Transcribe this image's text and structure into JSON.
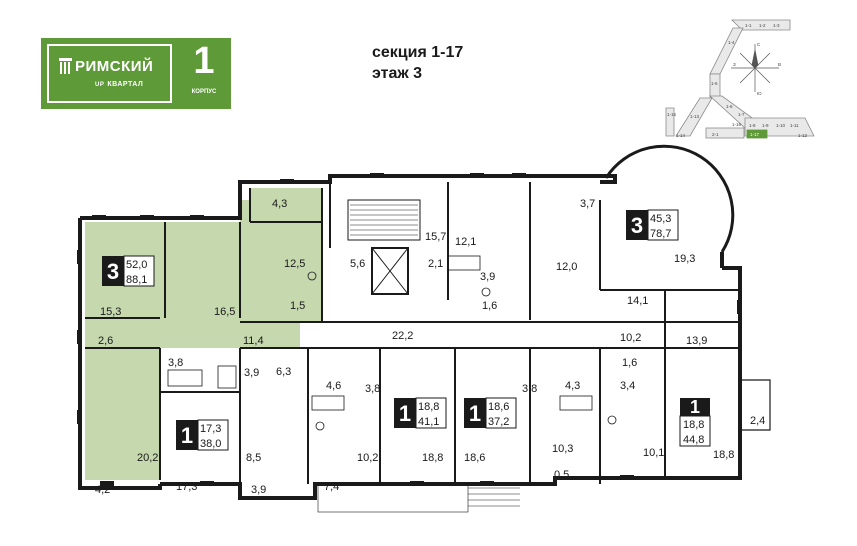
{
  "logo": {
    "name": "РИМСКИЙ",
    "sub_prefix": "UP",
    "sub": "КВАРТАЛ",
    "number": "1",
    "korpus": "КОРПУС"
  },
  "header": {
    "section": "секция 1-17",
    "floor": "этаж 3"
  },
  "colors": {
    "brand_green": "#5f9a39",
    "unit_fill": "#c5d8ae",
    "wall": "#1a1a1a"
  },
  "keyplan": {
    "sections": [
      "1-1",
      "1-2",
      "1-3",
      "1-4",
      "1-5",
      "1-6",
      "1-7",
      "1-8",
      "1-9",
      "1-10",
      "1-11",
      "1-12",
      "1-13",
      "1-14",
      "1-15",
      "1-16",
      "1-17",
      "2-1"
    ],
    "highlight": "1-17",
    "compass": [
      "С",
      "В",
      "Ю",
      "З"
    ]
  },
  "apartments": [
    {
      "rooms": "3",
      "living": "52,0",
      "total": "88,1"
    },
    {
      "rooms": "3",
      "living": "45,3",
      "total": "78,7"
    },
    {
      "rooms": "1",
      "living": "17,3",
      "total": "38,0"
    },
    {
      "rooms": "1",
      "living": "18,8",
      "total": "41,1"
    },
    {
      "rooms": "1",
      "living": "18,6",
      "total": "37,2"
    },
    {
      "rooms": "1",
      "living": "18,8",
      "total": "44,8"
    }
  ],
  "room_areas": [
    "4,3",
    "15,7",
    "3,7",
    "12,5",
    "5,6",
    "2,1",
    "12,1",
    "3,9",
    "12,0",
    "19,3",
    "1,5",
    "1,6",
    "15,3",
    "16,5",
    "14,1",
    "22,2",
    "10,2",
    "2,6",
    "11,4",
    "13,9",
    "3,8",
    "6,3",
    "1,6",
    "3,9",
    "4,6",
    "3,8",
    "3,8",
    "4,3",
    "3,4",
    "2,4",
    "20,2",
    "8,5",
    "10,2",
    "18,8",
    "18,6",
    "10,3",
    "10,1",
    "18,8",
    "0,5",
    "4,2",
    "17,3",
    "3,9",
    "7,4"
  ]
}
